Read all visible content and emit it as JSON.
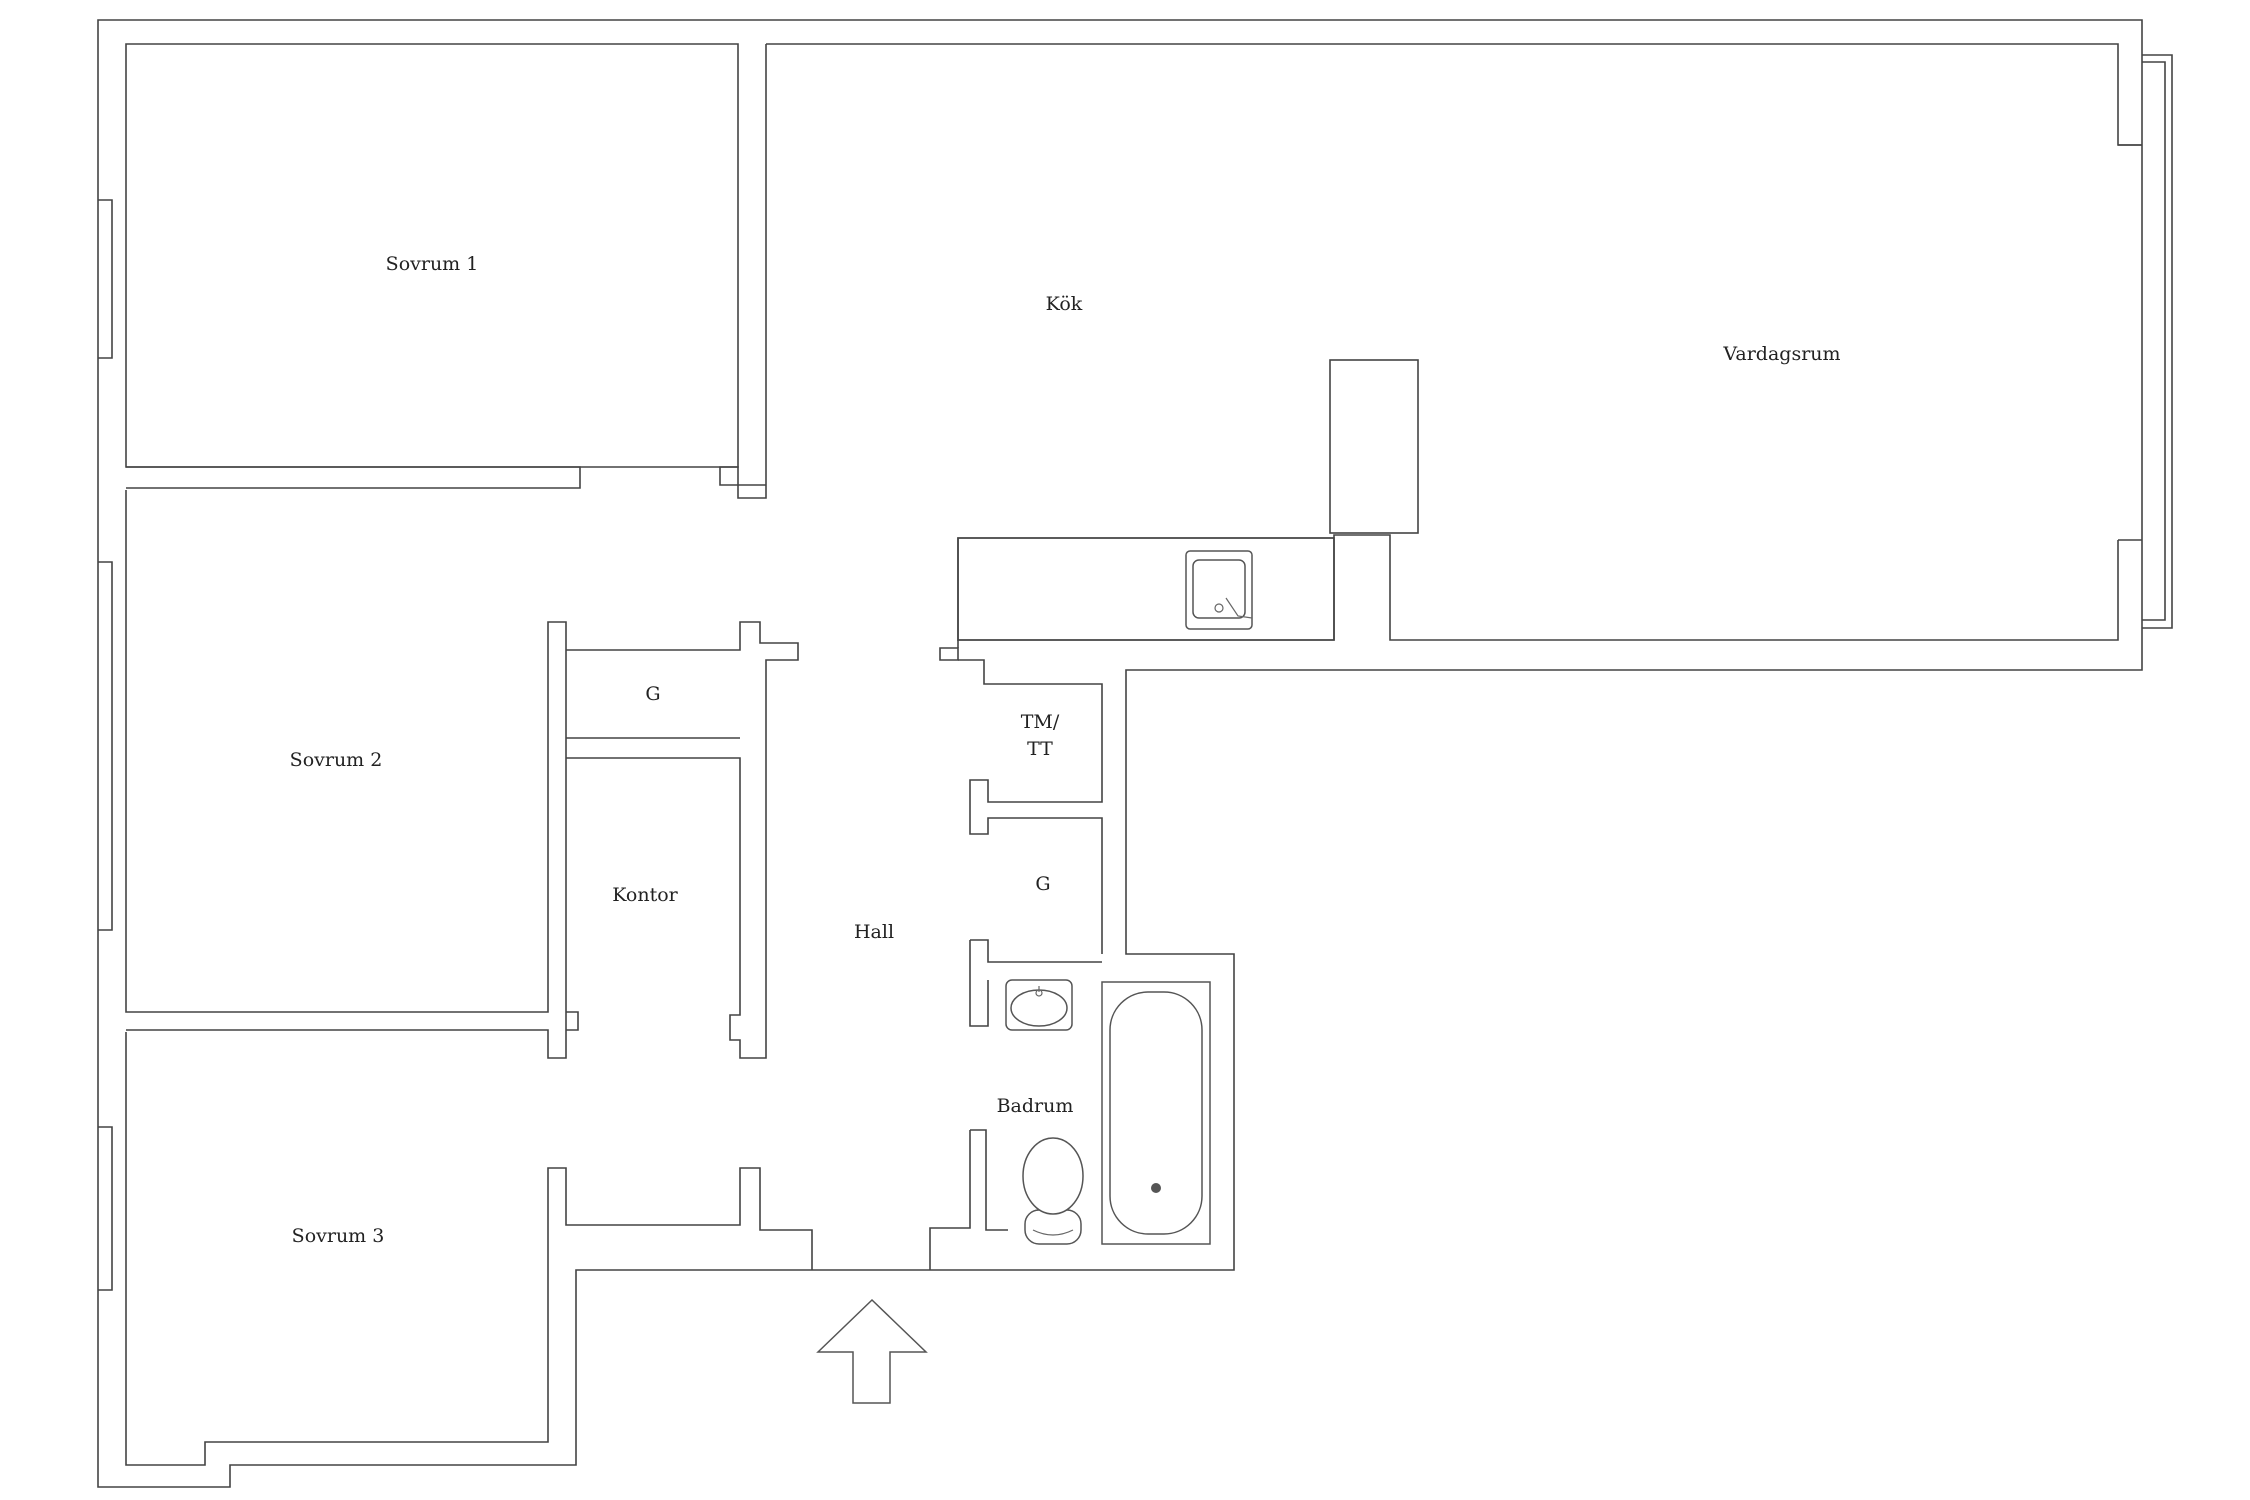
{
  "rooms": {
    "sovrum1": "Sovrum 1",
    "kok": "Kök",
    "vardagsrum": "Vardagsrum",
    "sovrum2": "Sovrum 2",
    "garderob1": "G",
    "kontor": "Kontor",
    "tmtt_line1": "TM/",
    "tmtt_line2": "TT",
    "garderob2": "G",
    "hall": "Hall",
    "badrum": "Badrum",
    "sovrum3": "Sovrum 3"
  },
  "icons": {
    "entrance": "entrance-arrow-icon",
    "sink": "kitchen-sink-icon",
    "washbasin": "washbasin-icon",
    "toilet": "toilet-icon",
    "bathtub": "bathtub-icon"
  },
  "colors": {
    "wall": "#444444",
    "background": "#ffffff",
    "text": "#222222"
  }
}
